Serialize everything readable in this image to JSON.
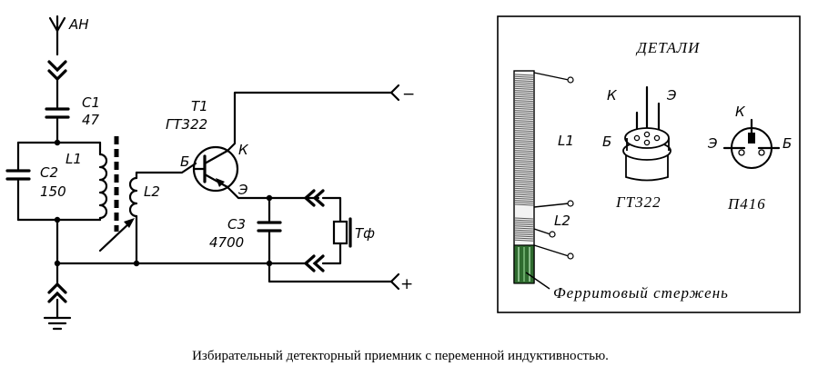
{
  "schematic": {
    "antenna": "АН",
    "c1": {
      "name": "С1",
      "value": "47"
    },
    "c2": {
      "name": "С2",
      "value": "150"
    },
    "l1": "L1",
    "l2": "L2",
    "t1": {
      "name": "Т1",
      "type": "ГТ322"
    },
    "pins": {
      "base": "Б",
      "collector": "К",
      "emitter": "Э"
    },
    "c3": {
      "name": "С3",
      "value": "4700"
    },
    "phones": "Тф",
    "minus": "−",
    "plus": "+"
  },
  "details": {
    "title": "ДЕТАЛИ",
    "l1": "L1",
    "l2": "L2",
    "rod": "Ферритовый стержень",
    "gt322": {
      "name": "ГТ322",
      "k": "К",
      "e": "Э",
      "b": "Б"
    },
    "p416": {
      "name": "П416",
      "k": "К",
      "e": "Э",
      "b": "Б"
    }
  },
  "caption": "Избирательный детекторный приемник с переменной индуктивностью."
}
